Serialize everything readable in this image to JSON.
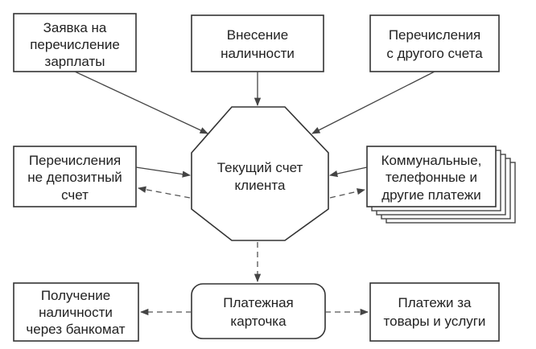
{
  "nodes": {
    "salary_request": {
      "lines": [
        "Заявка на",
        "перечисление",
        "зарплаты"
      ]
    },
    "cash_deposit": {
      "lines": [
        "Внесение",
        "наличности"
      ]
    },
    "transfers_other": {
      "lines": [
        "Перечисления",
        "с другого счета"
      ]
    },
    "transfers_deposit": {
      "lines": [
        "Перечисления",
        "не депозитный",
        "счет"
      ]
    },
    "current_account": {
      "lines": [
        "Текущий счет",
        "клиента"
      ]
    },
    "utility_payments": {
      "lines": [
        "Коммунальные,",
        "телефонные и",
        "другие платежи"
      ]
    },
    "cash_withdrawal": {
      "lines": [
        "Получение",
        "наличности",
        "через банкомат"
      ]
    },
    "payment_card": {
      "lines": [
        "Платежная",
        "карточка"
      ]
    },
    "goods_payments": {
      "lines": [
        "Платежи за",
        "товары и услуги"
      ]
    }
  }
}
